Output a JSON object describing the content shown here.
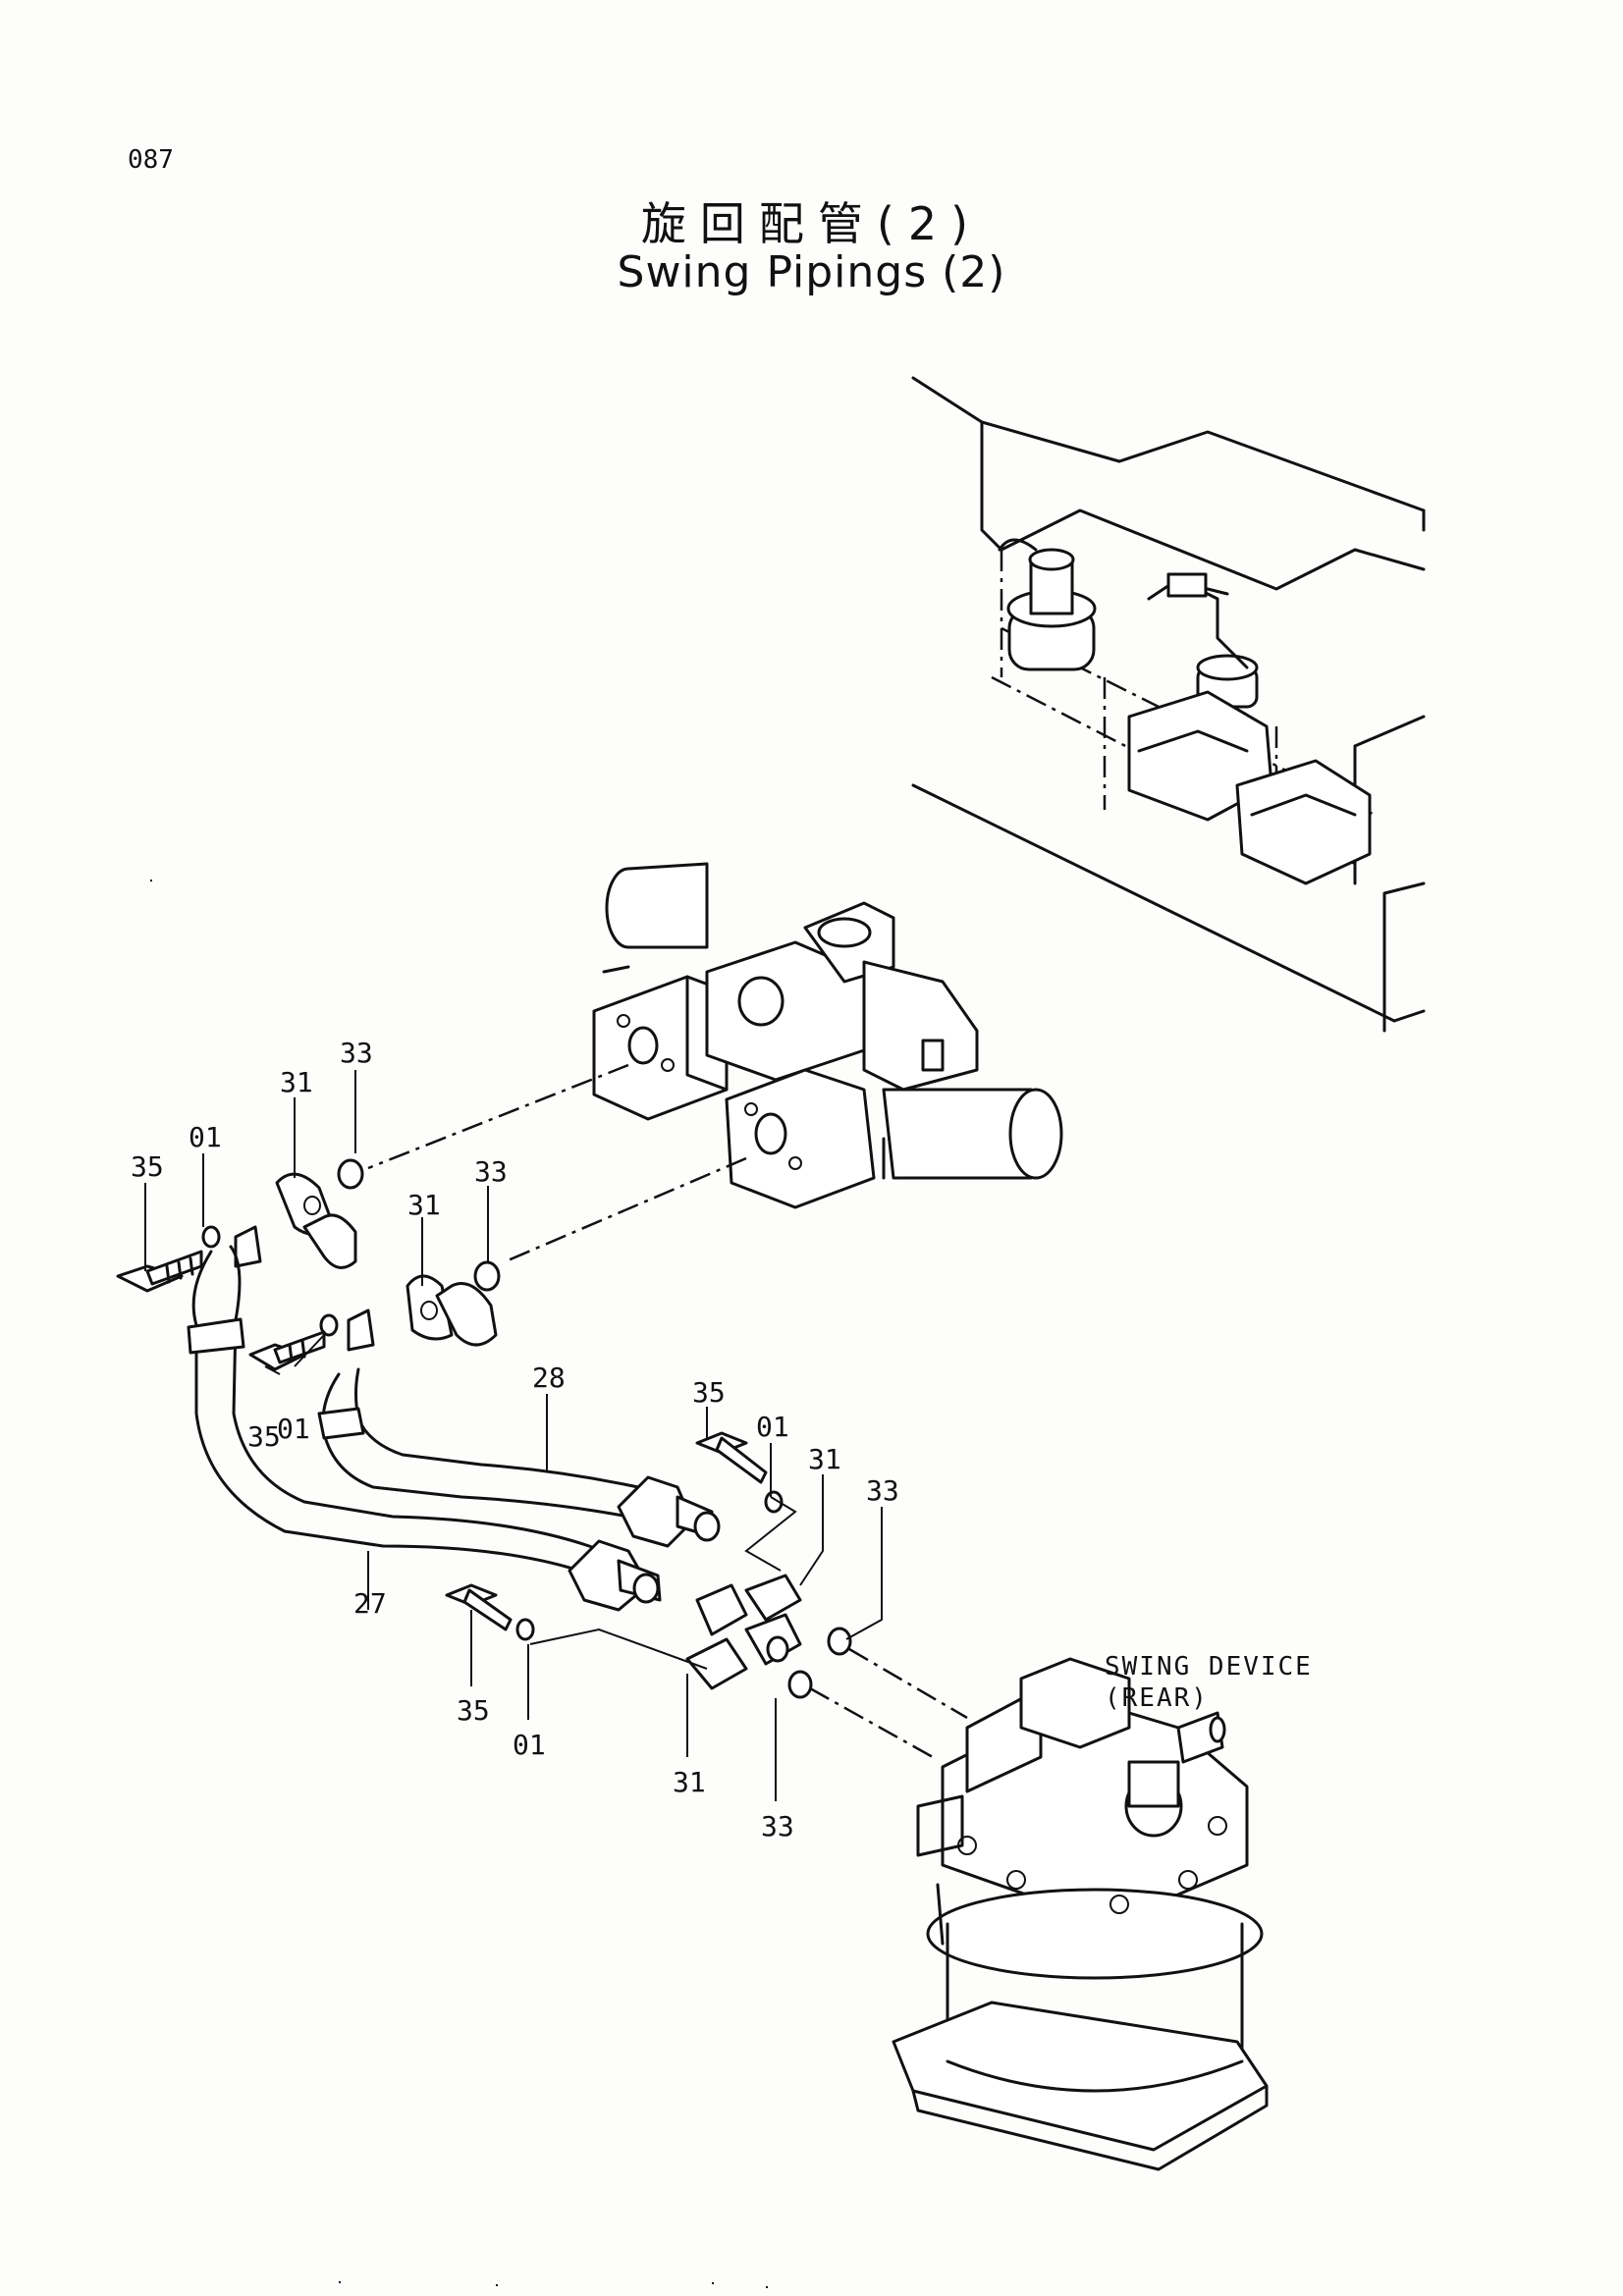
{
  "page_number": "087",
  "title_jp": "旋回配管(2)",
  "title_en": "Swing Pipings (2)",
  "device_label": {
    "line1": "SWING  DEVICE",
    "line2": "(REAR)"
  },
  "callouts": [
    {
      "id": "c-33-a",
      "text": "33"
    },
    {
      "id": "c-31-a",
      "text": "31"
    },
    {
      "id": "c-01-a",
      "text": "01"
    },
    {
      "id": "c-35-a",
      "text": "35"
    },
    {
      "id": "c-33-b",
      "text": "33"
    },
    {
      "id": "c-31-b",
      "text": "31"
    },
    {
      "id": "c-35-b",
      "text": "35"
    },
    {
      "id": "c-01-b",
      "text": "01"
    },
    {
      "id": "c-28",
      "text": "28"
    },
    {
      "id": "c-35-c",
      "text": "35"
    },
    {
      "id": "c-01-c",
      "text": "01"
    },
    {
      "id": "c-31-c",
      "text": "31"
    },
    {
      "id": "c-33-c",
      "text": "33"
    },
    {
      "id": "c-27",
      "text": "27"
    },
    {
      "id": "c-35-d",
      "text": "35"
    },
    {
      "id": "c-01-d",
      "text": "01"
    },
    {
      "id": "c-31-d",
      "text": "31"
    },
    {
      "id": "c-33-d",
      "text": "33"
    }
  ]
}
